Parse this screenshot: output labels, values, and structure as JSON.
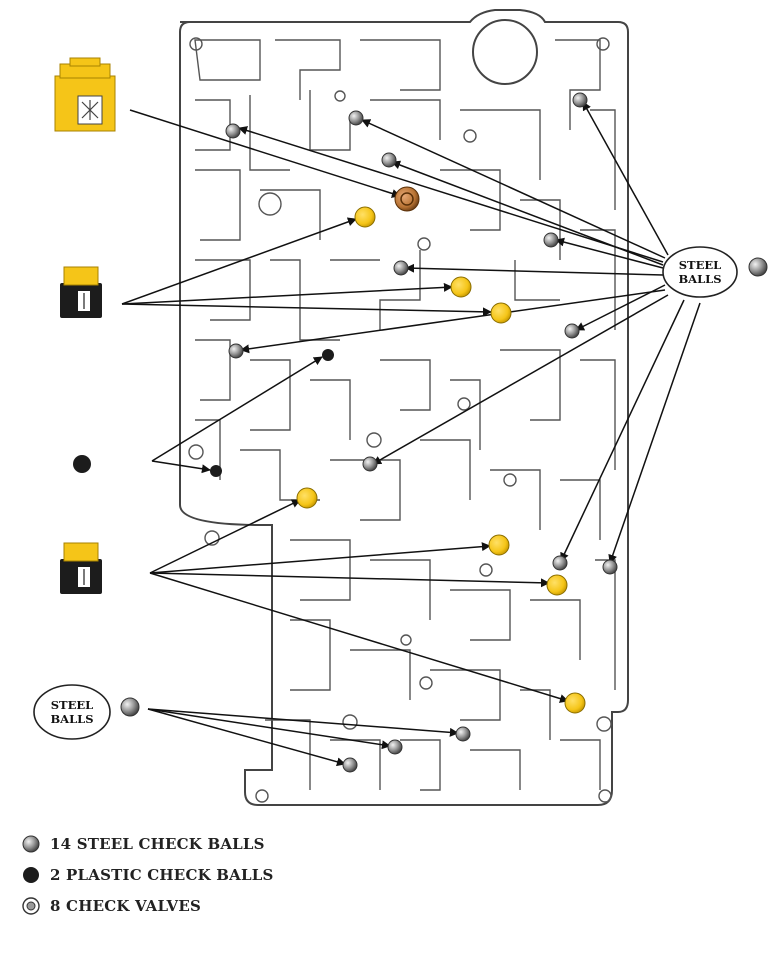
{
  "labels": {
    "steel_balls_right": {
      "line1": "STEEL",
      "line2": "BALLS"
    },
    "steel_balls_left": {
      "line1": "STEEL",
      "line2": "BALLS"
    }
  },
  "legend": [
    {
      "icon": "steel-ball-icon",
      "text": "14 STEEL CHECK BALLS"
    },
    {
      "icon": "plastic-ball-icon",
      "text": "2 PLASTIC CHECK BALLS"
    },
    {
      "icon": "check-valve-icon",
      "text": "8 CHECK VALVES"
    }
  ],
  "colors": {
    "valve_yellow": "#f5c518",
    "steel_ball": "#9a9a9a",
    "plastic_ball": "#1c1c1c",
    "copper_valve": "#b87333",
    "outline": "#333333"
  }
}
